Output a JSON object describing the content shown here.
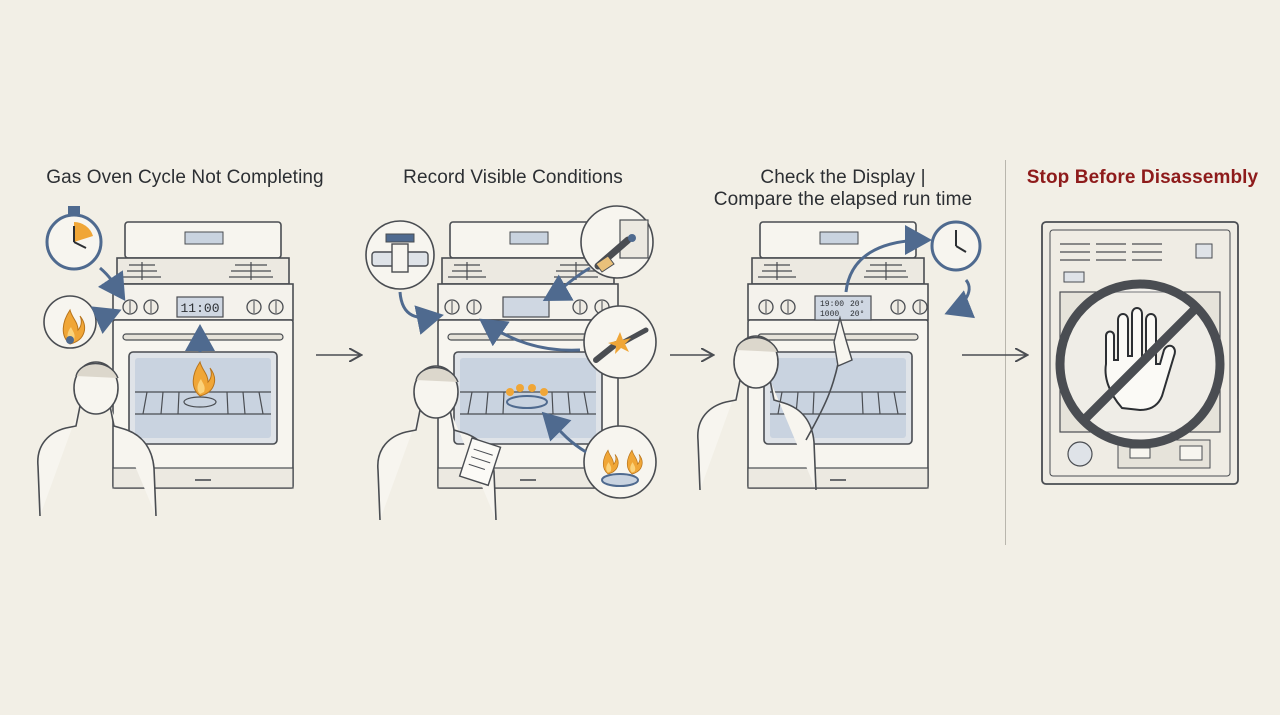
{
  "panels": [
    {
      "title": "Gas Oven Cycle Not Completing"
    },
    {
      "title": "Record Visible Conditions"
    },
    {
      "title_line1": "Check the Display |",
      "title_line2": "Compare the elapsed run time"
    },
    {
      "title": "Stop Before Disassembly"
    }
  ],
  "displays": {
    "panel1_time": "11:00",
    "panel3_row1_a": "19:00",
    "panel3_row1_b": "20°",
    "panel3_row2_a": "1000",
    "panel3_row2_b": "20°"
  },
  "colors": {
    "background": "#f2efe6",
    "line": "#4a4d52",
    "accent_blue": "#4f6a8f",
    "flame": "#f0a637",
    "stop_red": "#8e1b1b"
  },
  "icons": [
    "stopwatch-icon",
    "flame-icon",
    "valve-icon",
    "igniter-icon",
    "spark-icon",
    "burner-flame-icon",
    "clock-icon",
    "no-hand-icon"
  ]
}
